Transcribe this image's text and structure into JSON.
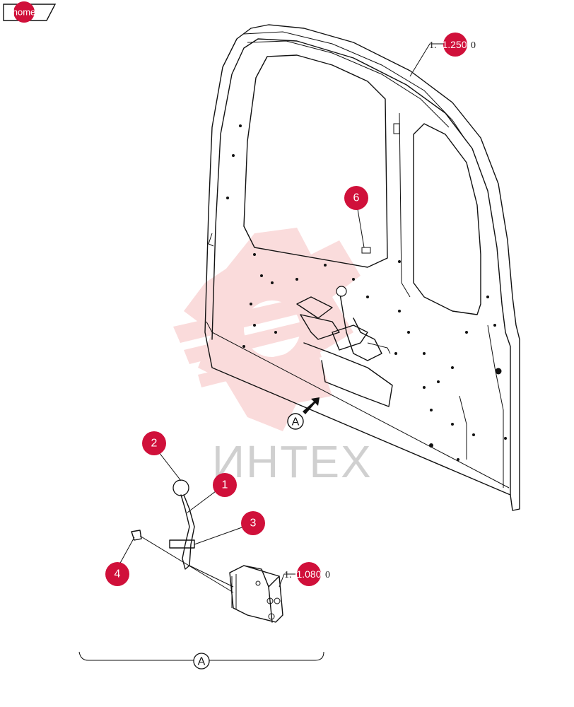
{
  "home_button": {
    "label": "home"
  },
  "watermark": {
    "text": "ИНТЕХ",
    "color": "#f08080"
  },
  "accent": "#d0103a",
  "callouts": [
    {
      "id": "1",
      "label": "1"
    },
    {
      "id": "2",
      "label": "2"
    },
    {
      "id": "3",
      "label": "3"
    },
    {
      "id": "4",
      "label": "4"
    },
    {
      "id": "6",
      "label": "6"
    }
  ],
  "references": [
    {
      "prefix": "1.",
      "number": "1.250",
      "suffix": "0"
    },
    {
      "prefix": "1.",
      "number": "1.080",
      "suffix": "0"
    }
  ],
  "view_marker": {
    "label": "A"
  },
  "detail_marker": {
    "label": "A"
  }
}
